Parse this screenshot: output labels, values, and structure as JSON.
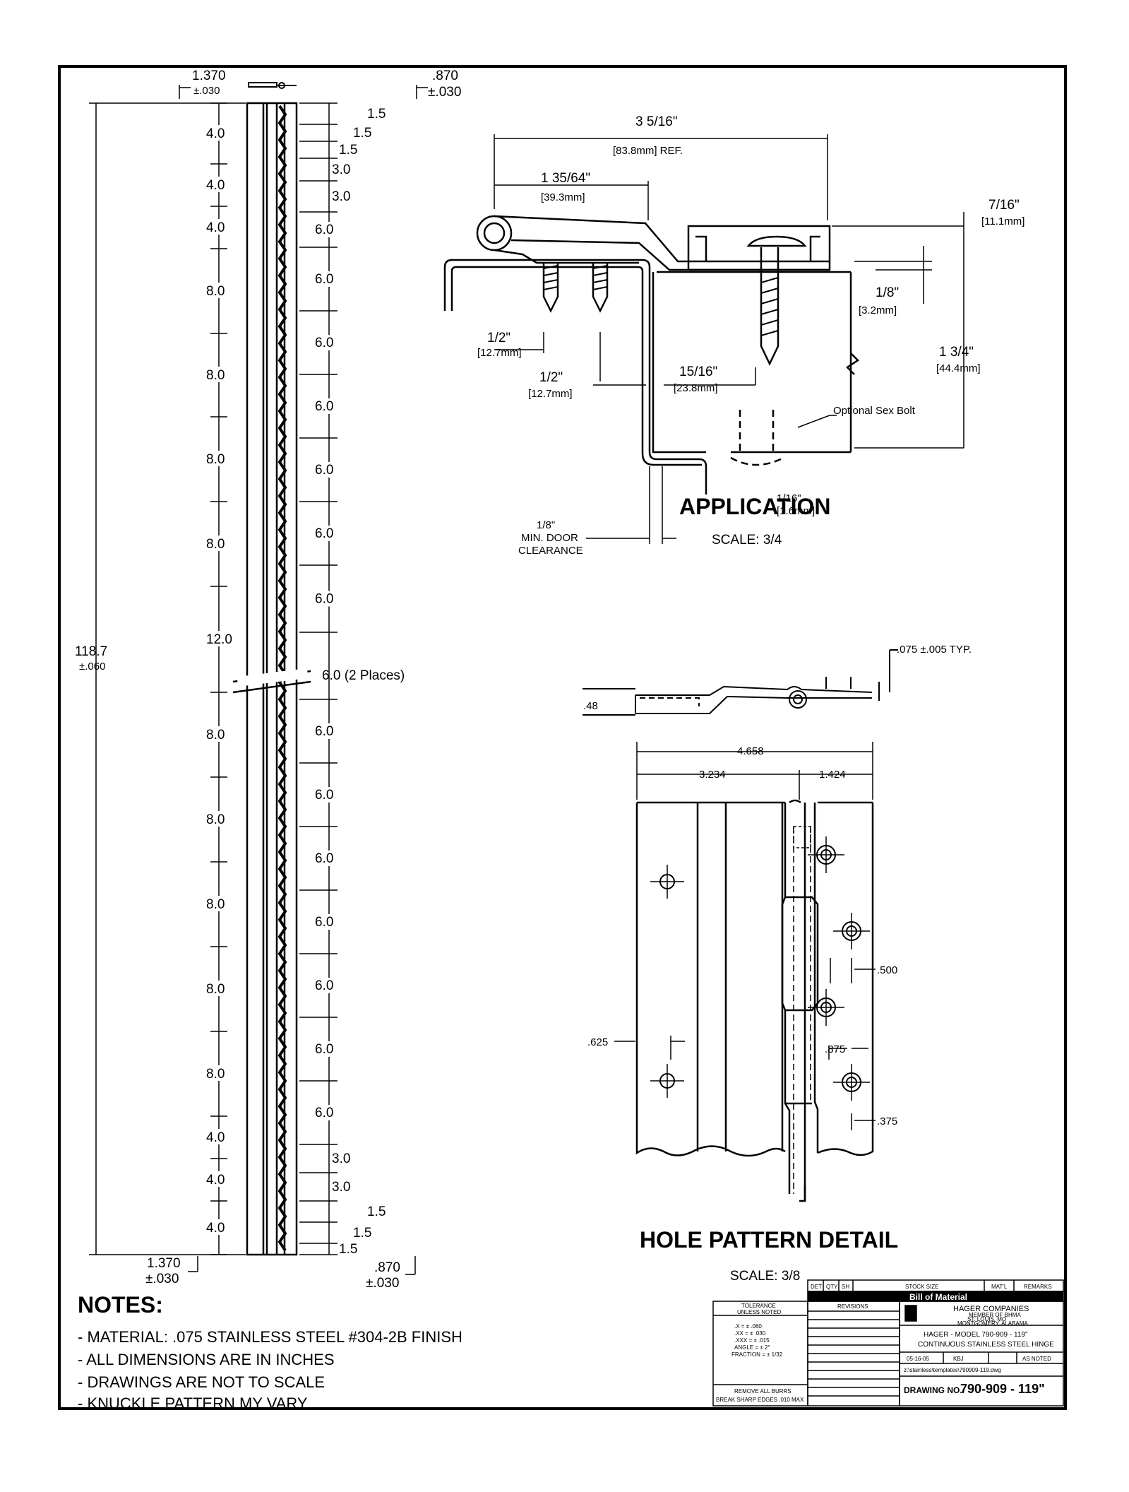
{
  "hinge_elevation": {
    "top_width": "1.370",
    "top_width_tol": "±.030",
    "top_right": ".870",
    "top_right_tol": "±.030",
    "bottom_left": "1.370",
    "bottom_left_tol": "±.030",
    "bottom_right": ".870",
    "bottom_right_tol": "±.030",
    "overall_length": "118.7",
    "overall_tol": "±.060",
    "left_dims": [
      "4.0",
      "4.0",
      "4.0",
      "8.0",
      "8.0",
      "8.0",
      "8.0",
      "12.0",
      "8.0",
      "8.0",
      "8.0",
      "8.0",
      "8.0",
      "4.0",
      "4.0",
      "4.0"
    ],
    "right_dims_top": [
      "1.5",
      "1.5",
      "1.5",
      "3.0",
      "3.0",
      "6.0",
      "6.0",
      "6.0",
      "6.0",
      "6.0",
      "6.0",
      "6.0"
    ],
    "center_note": "6.0 (2 Places)",
    "right_dims_bottom": [
      "6.0",
      "6.0",
      "6.0",
      "6.0",
      "6.0",
      "6.0",
      "6.0",
      "3.0",
      "3.0",
      "1.5",
      "1.5",
      "1.5"
    ]
  },
  "application": {
    "title": "APPLICATION",
    "scale": "SCALE: 3/4",
    "dim_overall": "3 5/16\"",
    "dim_overall_mm": "[83.8mm] REF.",
    "dim_leaf": "1 35/64\"",
    "dim_leaf_mm": "[39.3mm]",
    "dim_716": "7/16\"",
    "dim_716_mm": "[11.1mm]",
    "dim_18": "1/8\"",
    "dim_18_mm": "[3.2mm]",
    "dim_134": "1 3/4\"",
    "dim_134_mm": "[44.4mm]",
    "dim_12a": "1/2\"",
    "dim_12a_mm": "[12.7mm]",
    "dim_12b": "1/2\"",
    "dim_12b_mm": "[12.7mm]",
    "dim_1516": "15/16\"",
    "dim_1516_mm": "[23.8mm]",
    "optional_bolt": "Optional Sex Bolt",
    "door_clearance_1": "1/8\"",
    "door_clearance_2": "MIN. DOOR",
    "door_clearance_3": "CLEARANCE",
    "overlap_1": "1/16\"",
    "overlap_2": "[1.6mm]"
  },
  "hole_pattern": {
    "thickness": ".075 ±.005 TYP.",
    "height": ".48",
    "overall_width": "4.658",
    "left_width": "3.234",
    "right_width": "1.424",
    "dim_500": ".500",
    "dim_625": ".625",
    "dim_875": ".875",
    "dim_375": ".375",
    "title": "HOLE PATTERN DETAIL",
    "scale": "SCALE: 3/8"
  },
  "notes": {
    "title": "NOTES:",
    "items": [
      "- MATERIAL: .075 STAINLESS STEEL #304-2B FINISH",
      "- ALL DIMENSIONS ARE IN INCHES",
      "- DRAWINGS ARE NOT TO SCALE",
      "- KNUCKLE PATTERN MY VARY"
    ]
  },
  "title_block": {
    "bom_headers": [
      "DET",
      "QTY",
      "SH",
      "STOCK SIZE",
      "MAT'L",
      "REMARKS"
    ],
    "bom_title": "Bill of Material",
    "tolerance_title_1": "TOLERANCE",
    "tolerance_title_2": "UNLESS NOTED",
    "tolerances": [
      ".X      = ± .060",
      ".XX     = ± .030",
      ".XXX    = ± .015",
      "ANGLE   = ± 2°",
      "FRACTION = ± 1/32"
    ],
    "tol_note_1": "REMOVE ALL BURRS",
    "tol_note_2": "BREAK SHARP EDGES .010 MAX",
    "revisions": "REVISIONS",
    "company": "HAGER COMPANIES",
    "company_sub_1": "MEMBER OF BHMA",
    "company_sub_2": "ST. LOUIS, MO",
    "company_sub_3": "MONTGOMERY, ALABAMA",
    "desc_1": "HAGER - MODEL 790-909 - 119\"",
    "desc_2": "CONTINUOUS STAINLESS STEEL HINGE",
    "date": "05-16-05",
    "drawn_by": "KBJ",
    "scale": "AS NOTED",
    "file": "z:\\stainless\\templates\\790909-119.dwg",
    "drawing_no_label": "DRAWING NO.",
    "drawing_no": "790-909 - 119\""
  }
}
